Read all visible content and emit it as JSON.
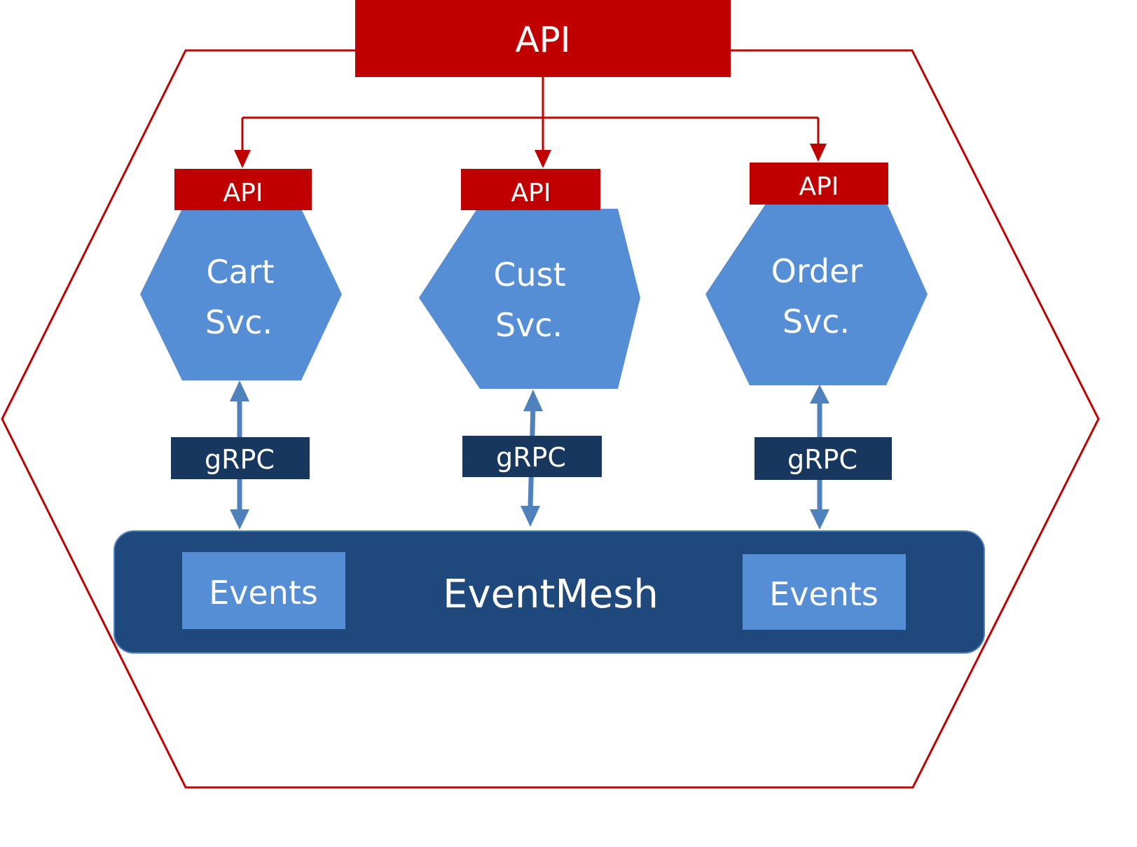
{
  "colors": {
    "api_red": "#c00000",
    "outer_border": "#c00000",
    "service_blue": "#558ed5",
    "grpc_navy": "#17375e",
    "mesh_navy": "#1f497d",
    "events_blue": "#558ed5",
    "link_blue": "#4f81bd",
    "text_white": "#ffffff"
  },
  "gateway": {
    "label": "API"
  },
  "services": [
    {
      "api_label": "API",
      "name_line1": "Cart",
      "name_line2": "Svc.",
      "protocol": "gRPC"
    },
    {
      "api_label": "API",
      "name_line1": "Cust",
      "name_line2": "Svc.",
      "protocol": "gRPC"
    },
    {
      "api_label": "API",
      "name_line1": "Order",
      "name_line2": "Svc.",
      "protocol": "gRPC"
    }
  ],
  "event_mesh": {
    "label": "EventMesh",
    "stores": [
      {
        "label": "Events"
      },
      {
        "label": "Events"
      }
    ]
  }
}
